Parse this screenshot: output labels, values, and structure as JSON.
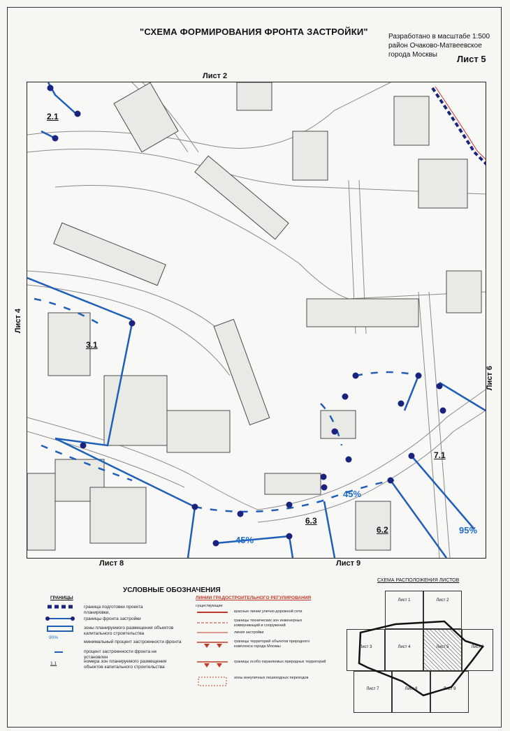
{
  "title": "\"СХЕМА ФОРМИРОВАНИЯ ФРОНТА ЗАСТРОЙКИ\"",
  "scale_note": [
    "Разработано в масштабе 1:500",
    "район Очаково-Матвеевское",
    "города Москвы"
  ],
  "sheet_number": "Лист 5",
  "map": {
    "sheet_top": "Лист 2",
    "sheet_left": "Лист 4",
    "sheet_right": "Лист 6",
    "sheet_bottom_left": "Лист 8",
    "sheet_bottom_right": "Лист 9",
    "zones": [
      "2.1",
      "3.1",
      "6.3",
      "6.2",
      "7.1"
    ],
    "percents": [
      "45%",
      "45%",
      "95%"
    ],
    "colors": {
      "front_line": "#1f5fb8",
      "node": "#1a237e",
      "boundary": "#1a237e",
      "red_line": "#c0392b",
      "build": "#555555"
    }
  },
  "legend": {
    "title": "УСЛОВНЫЕ ОБОЗНАЧЕНИЯ",
    "left_header": "ГРАНИЦЫ",
    "items": [
      "граница подготовки проекта планировки,",
      "границы фронта застройки",
      "зоны планируемого размещения объектов капитального строительства",
      "минимальный процент застроенности фронта",
      "процент застроенности фронта не установлен",
      "номера зон планируемого размещения объектов капитального строительства"
    ],
    "sample_pct": "90%",
    "sample_no": "1.1",
    "right_header": "ЛИНИИ ГРАДОСТРОИТЕЛЬНОГО РЕГУЛИРОВАНИЯ",
    "right_sub": "существующие",
    "right_items": [
      "красные линии улично-дорожной сети",
      "границы технических зон инженерных коммуникаций и сооружений",
      "линия застройки",
      "границы территорий объектов природного комплекса города Москвы",
      "границы особо охраняемых природных территорий",
      "зоны внеуличных пешеходных переходов"
    ]
  },
  "keymap": {
    "title": "СХЕМА РАСПОЛОЖЕНИЯ ЛИСТОВ",
    "sheets": [
      "Лист 1",
      "Лист 2",
      "Лист 3",
      "Лист 4",
      "Лист 5",
      "Лист 6",
      "Лист 7",
      "Лист 8",
      "Лист 9"
    ]
  }
}
